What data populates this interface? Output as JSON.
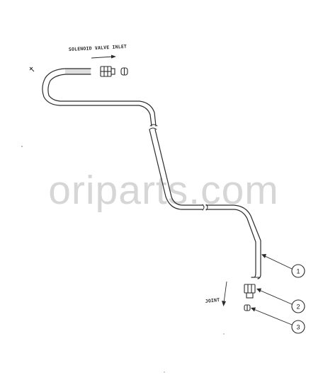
{
  "labels": {
    "solenoid_valve_inlet": "SOLENOID VALVE INLET",
    "joint": "JOINT"
  },
  "watermark": "oriparts.com",
  "callouts": [
    "1",
    "2",
    "3"
  ],
  "colors": {
    "ink": "#2b2b2b",
    "watermark": "#d6d6d6",
    "background": "#ffffff"
  }
}
